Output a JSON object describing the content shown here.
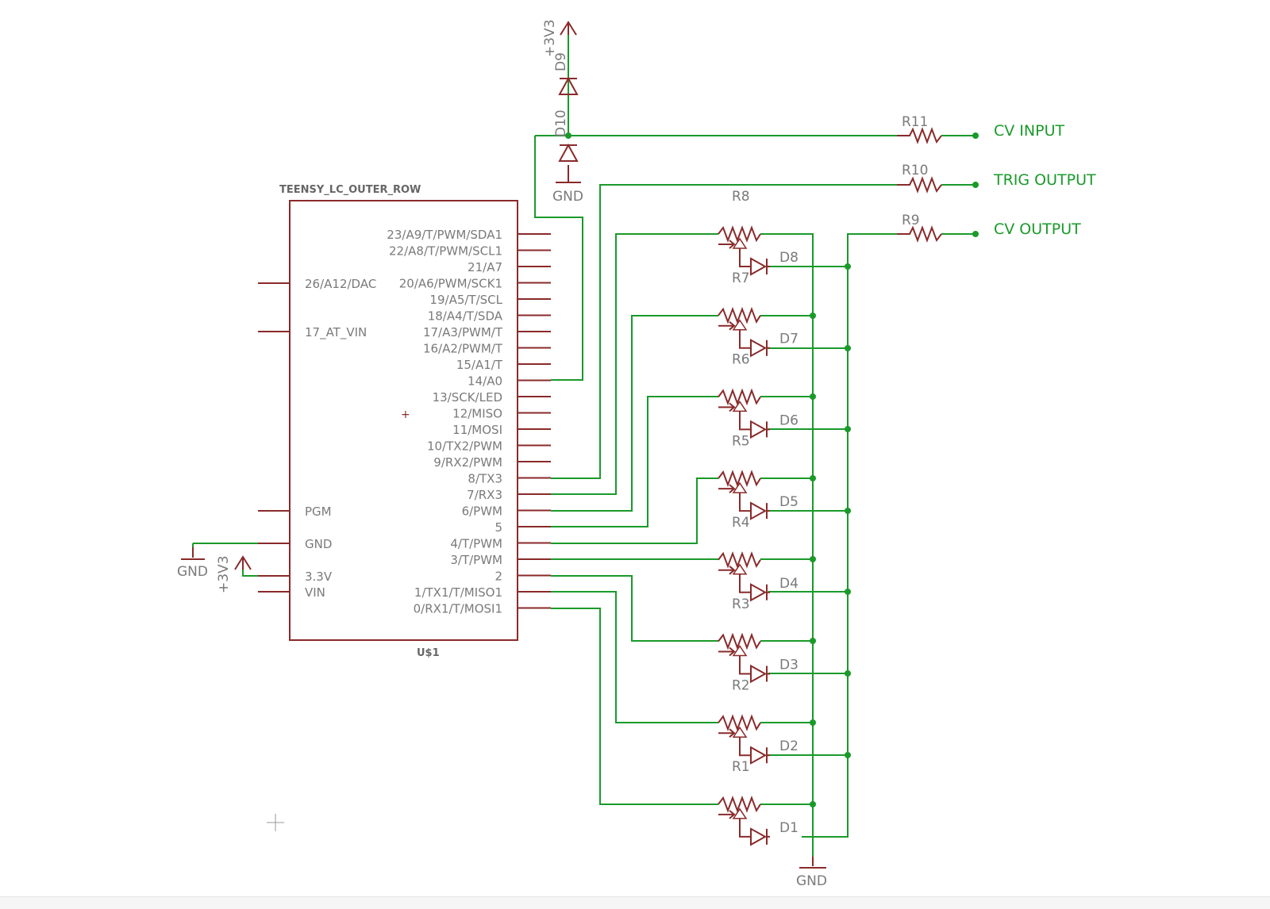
{
  "colors": {
    "wire": "#1a9a2a",
    "part": "#8a2a2a",
    "label_text": "#7a7a7a",
    "net_label": "#1a9a2a"
  },
  "icons": {
    "supply": "supply-arrow-icon",
    "ground": "ground-icon",
    "diode": "diode-icon",
    "resistor": "resistor-icon",
    "potentiometer": "potentiometer-icon",
    "junction": "junction-dot-icon"
  },
  "mcu": {
    "name_label": "TEENSY_LC_OUTER_ROW",
    "ref": "U$1",
    "left_pins": [
      "26/A12/DAC",
      "17_AT_VIN",
      "PGM",
      "GND",
      "3.3V",
      "VIN"
    ],
    "right_pins": [
      "23/A9/T/PWM/SDA1",
      "22/A8/T/PWM/SCL1",
      "21/A7",
      "20/A6/PWM/SCK1",
      "19/A5/T/SCL",
      "18/A4/T/SDA",
      "17/A3/PWM/T",
      "16/A2/PWM/T",
      "15/A1/T",
      "14/A0",
      "13/SCK/LED",
      "12/MISO",
      "11/MOSI",
      "10/TX2/PWM",
      "9/RX2/PWM",
      "8/TX3",
      "7/RX3",
      "6/PWM",
      "5",
      "4/T/PWM",
      "3/T/PWM",
      "2",
      "1/TX1/T/MISO1",
      "0/RX1/T/MOSI1"
    ]
  },
  "power": {
    "supply": "+3V3",
    "ground": "GND"
  },
  "diodes": {
    "clamp_top": "D9",
    "clamp_bottom": "D10",
    "channel": [
      "D8",
      "D7",
      "D6",
      "D5",
      "D4",
      "D3",
      "D2",
      "D1"
    ]
  },
  "resistors": {
    "cv_input": "R11",
    "trig_output": "R10",
    "cv_output": "R9",
    "trig_pot": "R8",
    "channel_pots": [
      "R7",
      "R6",
      "R5",
      "R4",
      "R3",
      "R2",
      "R1"
    ]
  },
  "net_labels": {
    "cv_input": "CV INPUT",
    "trig_output": "TRIG OUTPUT",
    "cv_output": "CV OUTPUT"
  }
}
